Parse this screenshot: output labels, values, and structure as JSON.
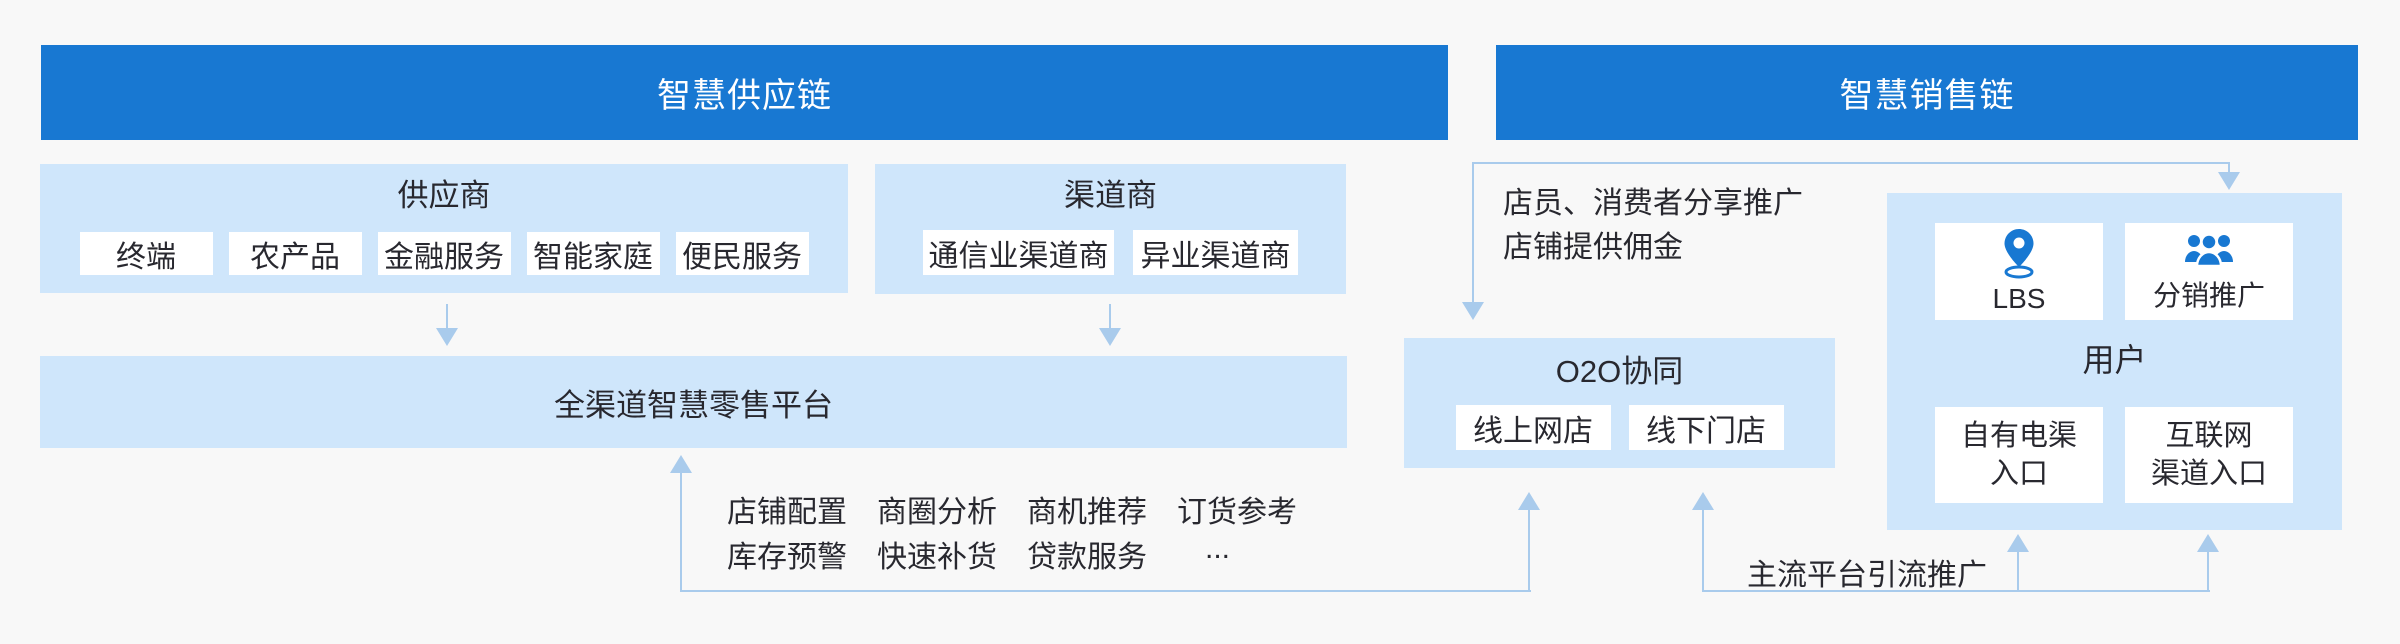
{
  "colors": {
    "header_bg": "#1878d2",
    "panel_bg": "#cfe6fb",
    "connector_line": "#a9cbec",
    "text": "#28282f",
    "icon_blue": "#1878d2",
    "background": "#f8f8f8"
  },
  "supply_chain": {
    "header": "智慧供应链",
    "suppliers": {
      "title": "供应商",
      "items": [
        "终端",
        "农产品",
        "金融服务",
        "智能家庭",
        "便民服务"
      ]
    },
    "channels": {
      "title": "渠道商",
      "items": [
        "通信业渠道商",
        "异业渠道商"
      ]
    },
    "platform": {
      "title": "全渠道智慧零售平台"
    },
    "features": {
      "row1": [
        "店铺配置",
        "商圈分析",
        "商机推荐",
        "订货参考"
      ],
      "row2": [
        "库存预警",
        "快速补货",
        "贷款服务"
      ],
      "ellipsis": "..."
    }
  },
  "sales_chain": {
    "header": "智慧销售链",
    "share_note": {
      "line1": "店员、消费者分享推广",
      "line2": "店铺提供佣金"
    },
    "o2o": {
      "title": "O2O协同",
      "items": [
        "线上网店",
        "线下门店"
      ]
    },
    "users": {
      "title": "用户",
      "lbs_label": "LBS",
      "distribution_label": "分销推广",
      "own_channel": {
        "line1": "自有电渠",
        "line2": "入口"
      },
      "internet_channel": {
        "line1": "互联网",
        "line2": "渠道入口"
      }
    },
    "traffic_note": "主流平台引流推广"
  }
}
